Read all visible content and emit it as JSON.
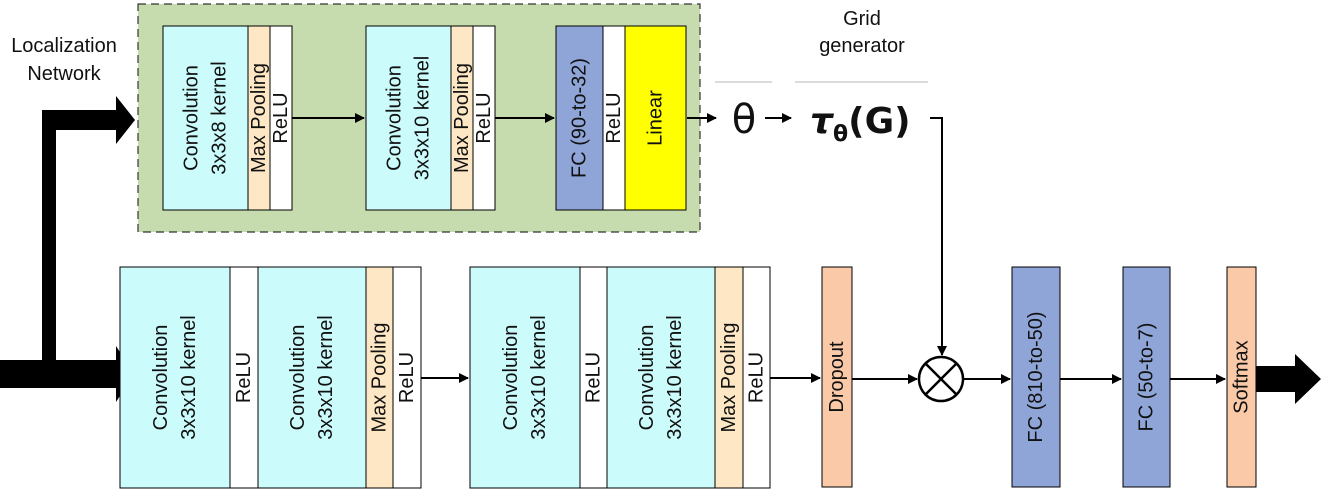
{
  "labels": {
    "localization": [
      "Localization",
      "Network"
    ],
    "grid_generator": [
      "Grid",
      "generator"
    ],
    "theta": "θ",
    "transform_tau": "τ",
    "transform_sub": "θ",
    "transform_arg": "(G)"
  },
  "localization_network": {
    "blocks": [
      {
        "kind": "conv",
        "lines": [
          "Convolution",
          "3x3x8 kernel"
        ]
      },
      {
        "kind": "pool",
        "lines": [
          "Max Pooling"
        ]
      },
      {
        "kind": "relu",
        "lines": [
          "ReLU"
        ]
      },
      {
        "kind": "conv",
        "lines": [
          "Convolution",
          "3x3x10 kernel"
        ]
      },
      {
        "kind": "pool",
        "lines": [
          "Max Pooling"
        ]
      },
      {
        "kind": "relu",
        "lines": [
          "ReLU"
        ]
      },
      {
        "kind": "fc",
        "lines": [
          "FC (90-to-32)"
        ]
      },
      {
        "kind": "relu",
        "lines": [
          "ReLU"
        ]
      },
      {
        "kind": "linear",
        "lines": [
          "Linear"
        ]
      }
    ]
  },
  "main_network": {
    "blocks": [
      {
        "kind": "conv",
        "lines": [
          "Convolution",
          "3x3x10 kernel"
        ]
      },
      {
        "kind": "relu",
        "lines": [
          "ReLU"
        ]
      },
      {
        "kind": "conv",
        "lines": [
          "Convolution",
          "3x3x10 kernel"
        ]
      },
      {
        "kind": "pool",
        "lines": [
          "Max Pooling"
        ]
      },
      {
        "kind": "relu",
        "lines": [
          "ReLU"
        ]
      },
      {
        "kind": "conv",
        "lines": [
          "Convolution",
          "3x3x10 kernel"
        ]
      },
      {
        "kind": "relu",
        "lines": [
          "ReLU"
        ]
      },
      {
        "kind": "conv",
        "lines": [
          "Convolution",
          "3x3x10 kernel"
        ]
      },
      {
        "kind": "pool",
        "lines": [
          "Max Pooling"
        ]
      },
      {
        "kind": "relu",
        "lines": [
          "ReLU"
        ]
      },
      {
        "kind": "dropout",
        "lines": [
          "Dropout"
        ]
      },
      {
        "kind": "fc",
        "lines": [
          "FC (810-to-50)"
        ]
      },
      {
        "kind": "fc",
        "lines": [
          "FC (50-to-7)"
        ]
      },
      {
        "kind": "softmax",
        "lines": [
          "Softmax"
        ]
      }
    ]
  },
  "colors": {
    "conv": "#ccfbfb",
    "pool": "#fde7c4",
    "relu": "#ffffff",
    "fc": "#8fa5d8",
    "linear": "#ffff00",
    "dropout": "#f9c9a8",
    "softmax": "#f9c9a8",
    "localization_bg": "#c6dcae",
    "line": "#000000"
  }
}
